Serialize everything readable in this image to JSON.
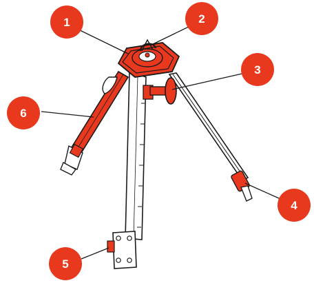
{
  "colors": {
    "accent": "#e8391f",
    "callout": "#e8391f",
    "outline": "#1a1a1a",
    "body": "#ffffff"
  },
  "callouts": [
    {
      "number": "1"
    },
    {
      "number": "2"
    },
    {
      "number": "3"
    },
    {
      "number": "4"
    },
    {
      "number": "5"
    },
    {
      "number": "6"
    }
  ]
}
